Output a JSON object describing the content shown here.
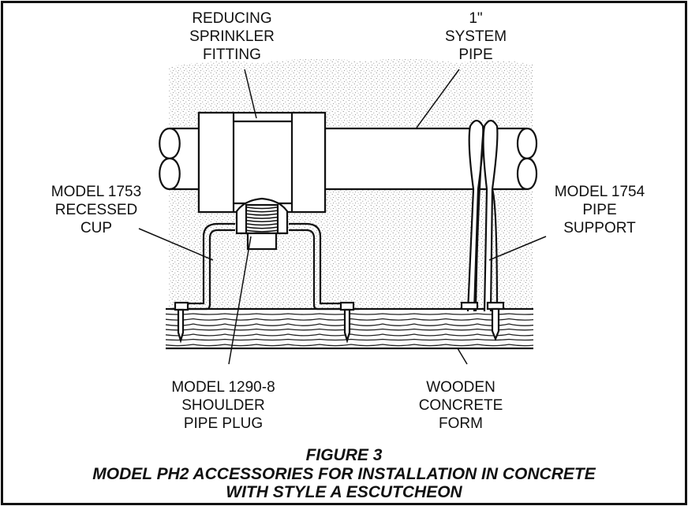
{
  "labels": {
    "fitting": [
      "REDUCING",
      "SPRINKLER",
      "FITTING"
    ],
    "system_pipe": [
      "1\"",
      "SYSTEM",
      "PIPE"
    ],
    "recessed_cup": [
      "MODEL 1753",
      "RECESSED",
      "CUP"
    ],
    "pipe_support": [
      "MODEL 1754",
      "PIPE",
      "SUPPORT"
    ],
    "pipe_plug": [
      "MODEL 1290-8",
      "SHOULDER",
      "PIPE PLUG"
    ],
    "concrete_form": [
      "WOODEN",
      "CONCRETE",
      "FORM"
    ]
  },
  "caption": {
    "figure": "FIGURE 3",
    "line1": "MODEL PH2 ACCESSORIES FOR INSTALLATION IN CONCRETE",
    "line2": "WITH STYLE A ESCUTCHEON"
  }
}
